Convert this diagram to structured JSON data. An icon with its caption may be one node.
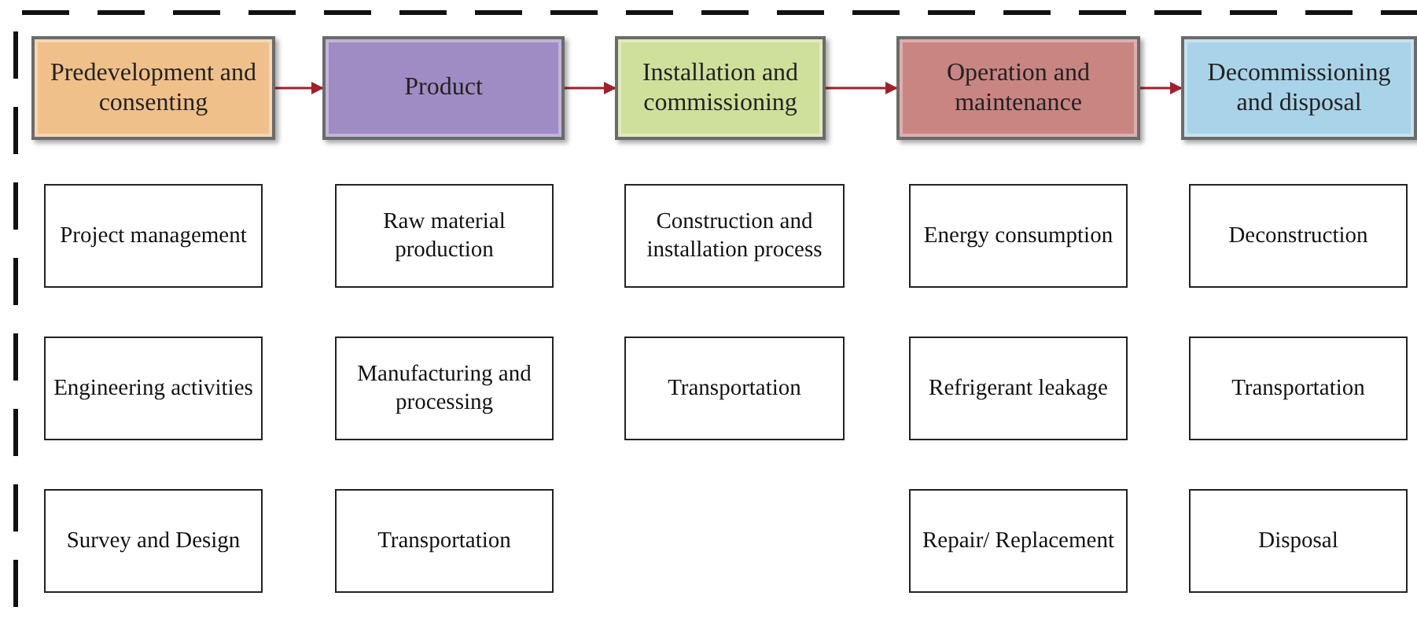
{
  "diagram": {
    "nodes": [
      {
        "text": [
          "Predevelopment and consenting"
        ]
      },
      {
        "text": [
          "Product"
        ]
      },
      {
        "text": [
          "Installation and commissioning"
        ]
      },
      {
        "text": [
          "Operation and maintenance"
        ]
      },
      {
        "text": [
          "Decommissioning and disposal"
        ]
      },
      {
        "text": [
          "Project management"
        ]
      },
      {
        "text": [
          "Raw material production"
        ]
      },
      {
        "text": [
          "Construction and installation process"
        ]
      },
      {
        "text": [
          "Energy consumption"
        ]
      },
      {
        "text": [
          "Deconstruction"
        ]
      },
      {
        "text": [
          "Engineering activities"
        ]
      },
      {
        "text": [
          "Manufacturing and processing"
        ]
      },
      {
        "text": [
          "Transportation"
        ]
      },
      {
        "text": [
          "Refrigerant leakage"
        ]
      },
      {
        "text": [
          "Transportation"
        ]
      },
      {
        "text": [
          "Survey and Design"
        ]
      },
      {
        "text": [
          "Transportation"
        ]
      },
      {
        "text": [
          "Repair/ Replacement"
        ]
      },
      {
        "text": [
          "Disposal"
        ]
      }
    ],
    "edges": [
      {
        "from": 0,
        "to": 1,
        "arrow": "to"
      },
      {
        "from": 1,
        "to": 2,
        "arrow": "to"
      },
      {
        "from": 2,
        "to": 3,
        "arrow": "to"
      },
      {
        "from": 3,
        "to": 4,
        "arrow": "to"
      }
    ]
  }
}
